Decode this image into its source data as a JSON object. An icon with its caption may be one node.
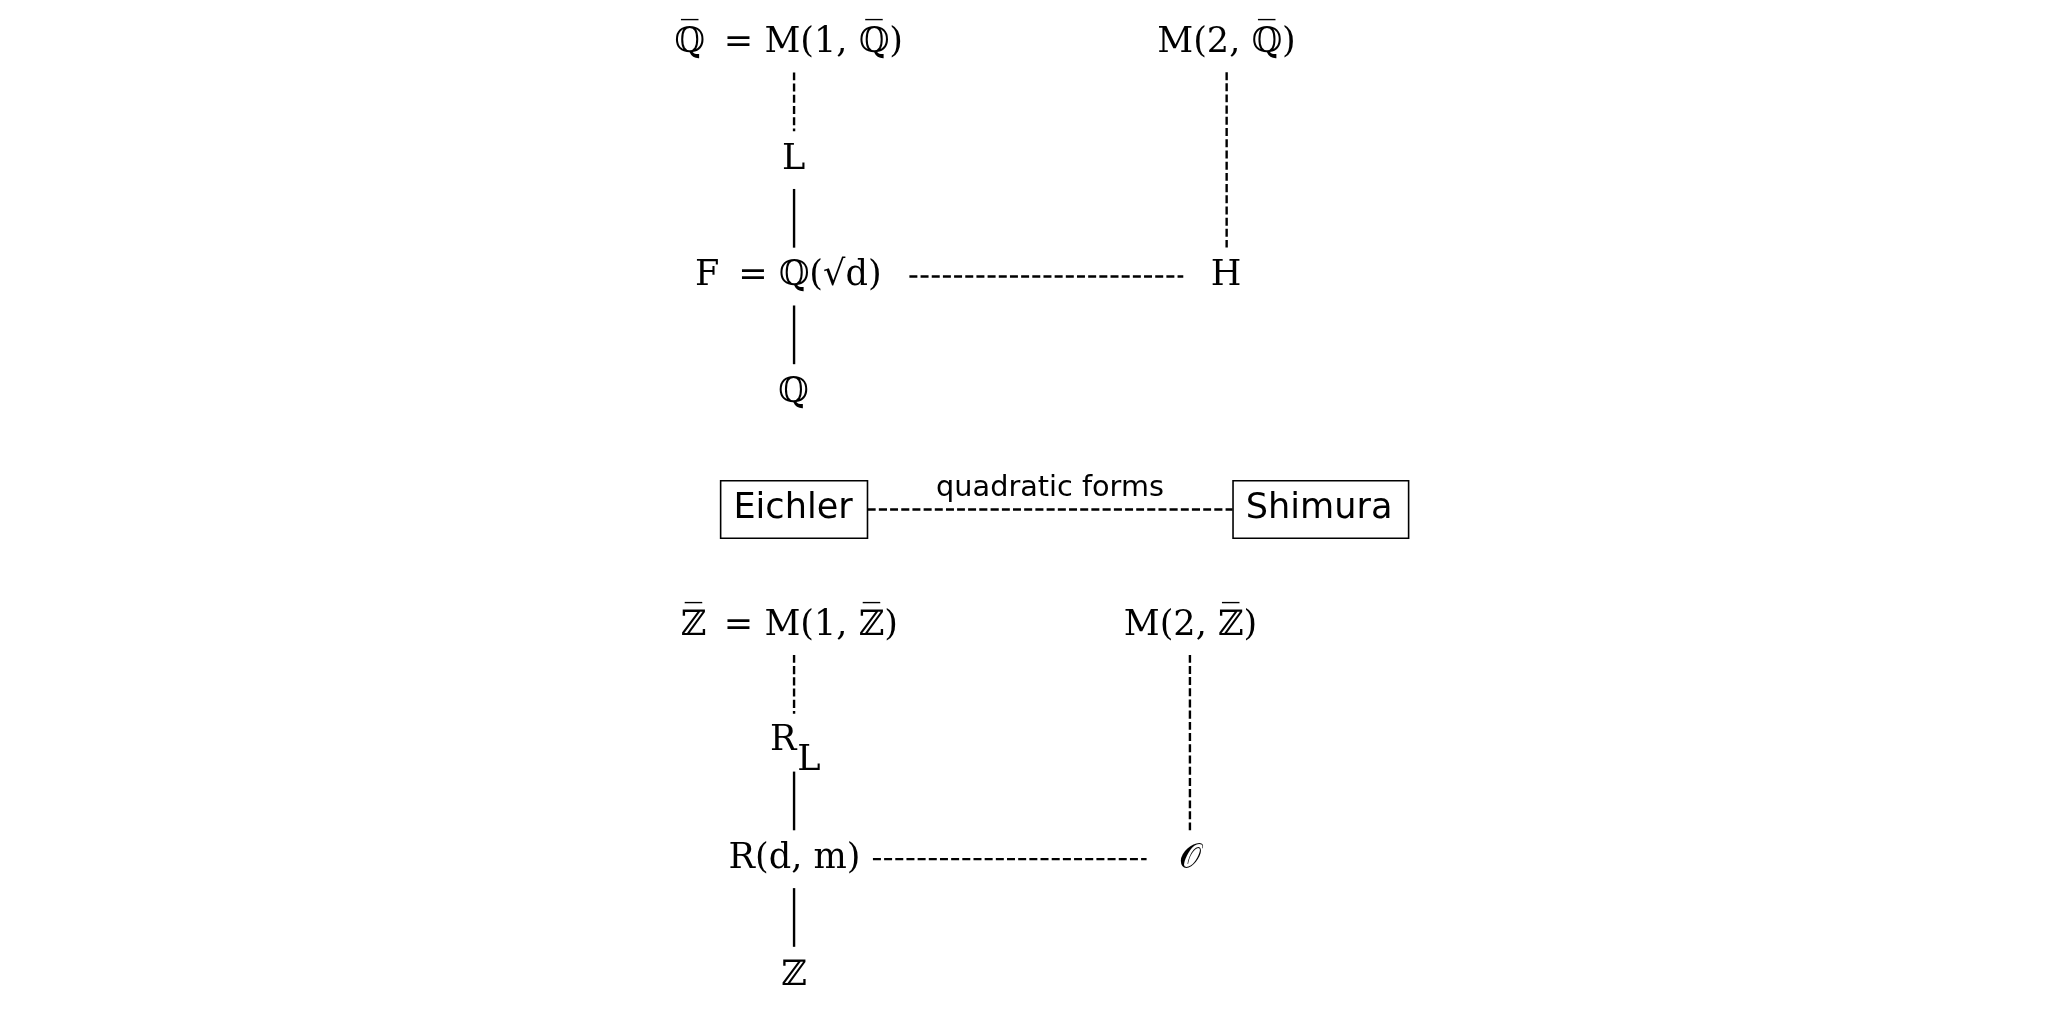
{
  "diagram": {
    "nodes": [
      {
        "text": [
          "ℚ̅"
        ],
        "beside": [
          "= M(1, ℚ̅)"
        ]
      },
      {
        "text": [
          "M(2, ℚ̅)"
        ]
      },
      {
        "text": [
          "L"
        ]
      },
      {
        "text": [
          "F"
        ],
        "beside": [
          "= ℚ(√d)"
        ]
      },
      {
        "text": [
          "H"
        ]
      },
      {
        "text": [
          "ℚ"
        ]
      },
      {
        "text": [
          "Eichler"
        ]
      },
      {
        "text": [
          "Shimura"
        ]
      },
      {
        "text": [
          "ℤ̅"
        ],
        "beside": [
          "= M(1, ℤ̅)"
        ]
      },
      {
        "text": [
          "M(2, ℤ̅)"
        ]
      },
      {
        "text": [
          "R$_{L}$"
        ]
      },
      {
        "text": [
          "R(d, m)"
        ]
      },
      {
        "text": [
          "𝒪"
        ]
      },
      {
        "text": [
          "ℤ"
        ]
      }
    ],
    "edges": [
      {
        "from": 0,
        "to": 2,
        "arrow": "none",
        "style": "dashed"
      },
      {
        "from": 2,
        "to": 3,
        "arrow": "none"
      },
      {
        "from": 3,
        "to": 5,
        "arrow": "none"
      },
      {
        "from": 1,
        "to": 4,
        "arrow": "none",
        "style": "dashed"
      },
      {
        "from": 3,
        "to": 4,
        "arrow": "none",
        "style": "dashed"
      },
      {
        "from": 6,
        "to": 7,
        "arrow": "none",
        "style": "dashed",
        "label": "quadratic forms"
      },
      {
        "from": 8,
        "to": 10,
        "arrow": "none",
        "style": "dashed"
      },
      {
        "from": 10,
        "to": 11,
        "arrow": "none"
      },
      {
        "from": 11,
        "to": 13,
        "arrow": "none"
      },
      {
        "from": 9,
        "to": 12,
        "arrow": "none",
        "style": "dashed"
      },
      {
        "from": 11,
        "to": 12,
        "arrow": "none",
        "style": "dashed"
      }
    ]
  }
}
